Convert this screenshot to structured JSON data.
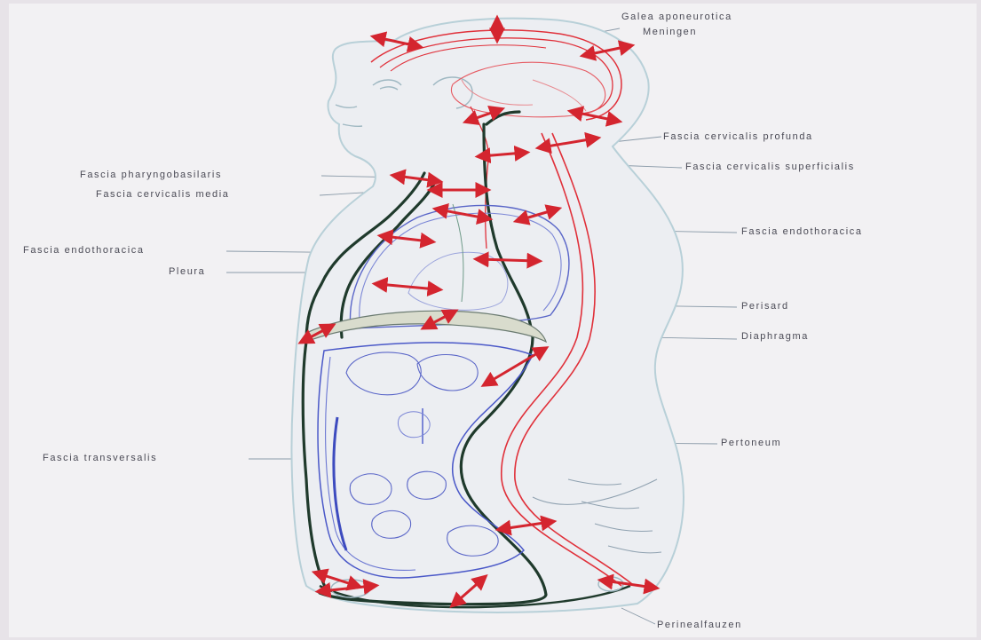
{
  "labels": {
    "galea": "Galea aponeurotica",
    "meningen": "Meningen",
    "cerv_prof": "Fascia cervicalis profunda",
    "cerv_sup": "Fascia cervicalis superficialis",
    "pharyngo": "Fascia pharyngobasilaris",
    "cerv_media": "Fascia cervicalis media",
    "endo_left": "Fascia endothoracica",
    "pleura": "Pleura",
    "endo_right": "Fascia endothoracica",
    "perisard": "Perisard",
    "diaphragma": "Diaphragma",
    "transversalis": "Fascia transversalis",
    "peritoneum": "Pertoneum",
    "perineal": "Perinealfauzen"
  },
  "colors": {
    "background": "#f2f1f3",
    "fascia_line": "#1f3a2c",
    "nerve_red": "#e0303a",
    "organ_blue": "#4a58c8",
    "arrow_red": "#d4252f",
    "skin_outline": "#b8d0d8",
    "leader_line": "#8a9aa8"
  }
}
